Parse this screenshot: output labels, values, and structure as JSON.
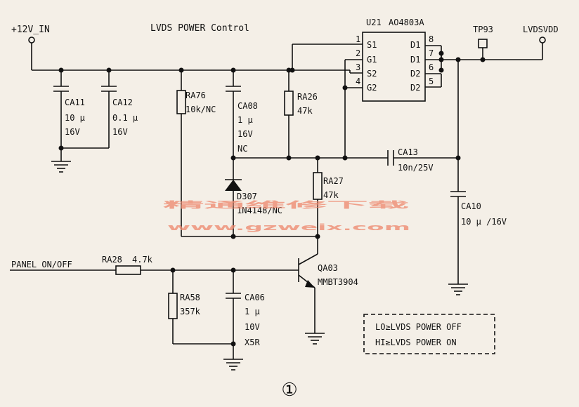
{
  "title": "LVDS POWER Control",
  "nets": {
    "input": "+12V_IN",
    "output": "LVDSVDD",
    "control": "PANEL ON/OFF",
    "testpoint": "TP93"
  },
  "ic": {
    "ref": "U21",
    "part": "AO4803A",
    "pins_left": [
      {
        "num": "1",
        "name": "S1"
      },
      {
        "num": "2",
        "name": "G1"
      },
      {
        "num": "3",
        "name": "S2"
      },
      {
        "num": "4",
        "name": "G2"
      }
    ],
    "pins_right": [
      {
        "num": "8",
        "name": "D1"
      },
      {
        "num": "7",
        "name": "D1"
      },
      {
        "num": "6",
        "name": "D2"
      },
      {
        "num": "5",
        "name": "D2"
      }
    ]
  },
  "components": {
    "CA11": {
      "ref": "CA11",
      "v1": "10 µ",
      "v2": "16V"
    },
    "CA12": {
      "ref": "CA12",
      "v1": "0.1 µ",
      "v2": "16V"
    },
    "RA76": {
      "ref": "RA76",
      "v1": "10k/NC"
    },
    "CA08": {
      "ref": "CA08",
      "v1": "1 µ",
      "v2": "16V",
      "v3": "NC"
    },
    "RA26": {
      "ref": "RA26",
      "v1": "47k"
    },
    "CA13": {
      "ref": "CA13",
      "v1": "10n/25V"
    },
    "RA27": {
      "ref": "RA27",
      "v1": "47k"
    },
    "D307": {
      "ref": "D307",
      "v1": "1N4148/NC"
    },
    "CA10": {
      "ref": "CA10",
      "v1": "10 µ /16V"
    },
    "RA28": {
      "ref": "RA28",
      "v1": "4.7k"
    },
    "RA58": {
      "ref": "RA58",
      "v1": "357k"
    },
    "CA06": {
      "ref": "CA06",
      "v1": "1 µ",
      "v2": "10V",
      "v3": "X5R"
    },
    "QA03": {
      "ref": "QA03",
      "v1": "MMBT3904"
    }
  },
  "legend": {
    "line1": "LO≥LVDS POWER OFF",
    "line2": "HI≥LVDS POWER ON"
  },
  "watermark": {
    "cn": "精通维修下载",
    "url": "www.gzweix.com"
  },
  "figure_number": "①",
  "colors": {
    "ink": "#111111",
    "paper": "#f4efe7",
    "watermark": "#ee8a70"
  }
}
